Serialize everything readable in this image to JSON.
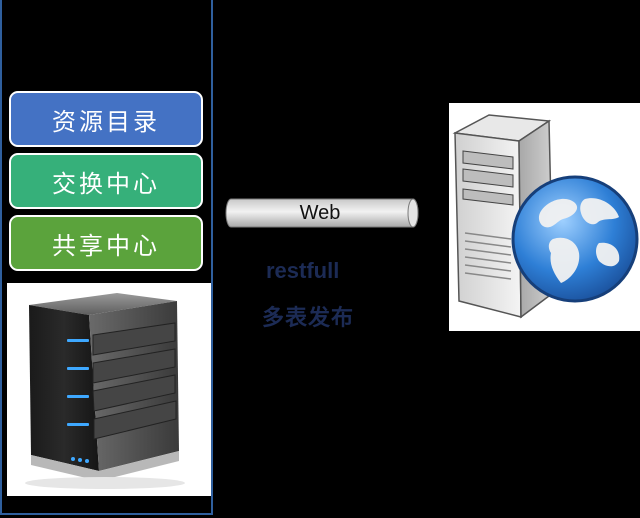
{
  "modules": {
    "catalog": "资源目录",
    "exchange": "交换中心",
    "sharing": "共享中心"
  },
  "connector": {
    "label": "Web"
  },
  "notes": {
    "protocol": "restfull",
    "publish": "多表发布"
  },
  "colors": {
    "catalog": "#4472c4",
    "exchange": "#36b07a",
    "sharing": "#5ba33c",
    "panel_border": "#2f5f9e",
    "note_text": "#1c2b55"
  },
  "icons": {
    "left": "server-rack-icon",
    "right": "web-server-globe-icon"
  }
}
